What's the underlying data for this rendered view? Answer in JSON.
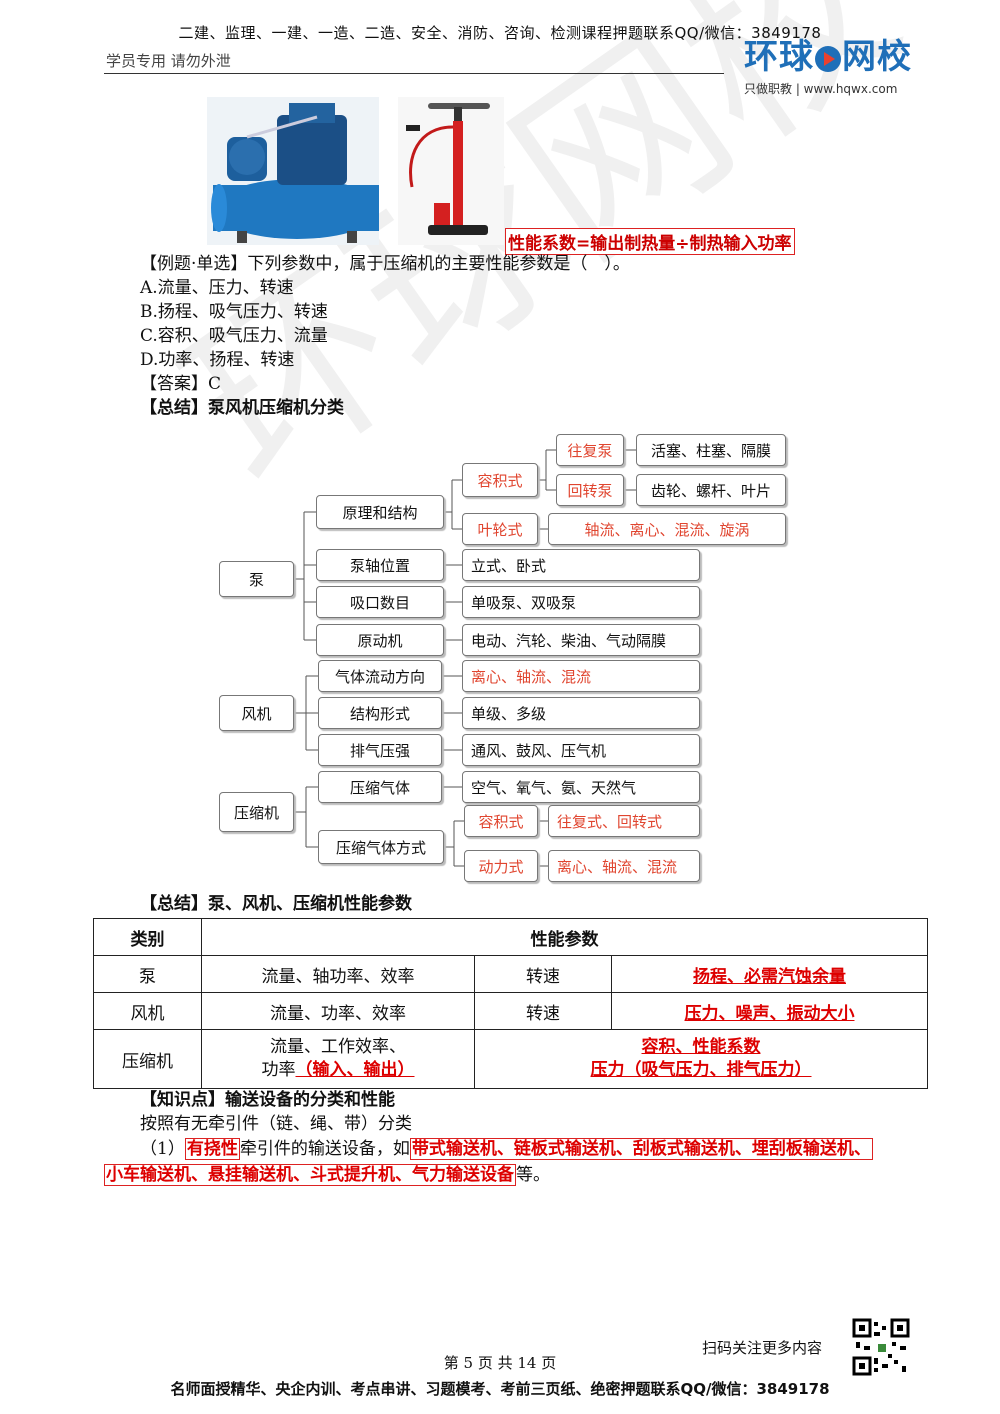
{
  "header": {
    "top_line": "二建、监理、一建、一造、二造、安全、消防、咨询、检测课程押题联系QQ/微信：3849178",
    "sub_left": "学员专用 请勿外泄",
    "logo_text_a": "环球",
    "logo_text_b": "网校",
    "logo_sub": "只做职教 | www.hqwx.com"
  },
  "formula": "性能系数=输出制热量÷制热输入功率",
  "question": {
    "stem": "【例题·单选】下列参数中，属于压缩机的主要性能参数是（　）。",
    "options": [
      "A.流量、压力、转速",
      "B.扬程、吸气压力、转速",
      "C.容积、吸气压力、流量",
      "D.功率、扬程、转速"
    ],
    "answer": "【答案】C"
  },
  "summary1_title": "【总结】泵风机压缩机分类",
  "tree": {
    "pump": "泵",
    "fan": "风机",
    "comp": "压缩机",
    "principle": "原理和结构",
    "positive": "容积式",
    "recip": "往复泵",
    "recip_items": "活塞、柱塞、隔膜",
    "rotary": "回转泵",
    "rotary_items": "齿轮、螺杆、叶片",
    "impeller": "叶轮式",
    "impeller_items": "轴流、离心、混流、旋涡",
    "axis": "泵轴位置",
    "axis_items": "立式、卧式",
    "suction": "吸口数目",
    "suction_items": "单吸泵、双吸泵",
    "prime": "原动机",
    "prime_items": "电动、汽轮、柴油、气动隔膜",
    "flow_dir": "气体流动方向",
    "flow_dir_items": "离心、轴流、混流",
    "struct": "结构形式",
    "struct_items": "单级、多级",
    "exhaust": "排气压强",
    "exhaust_items": "通风、鼓风、压气机",
    "gas": "压缩气体",
    "gas_items": "空气、氧气、氨、天然气",
    "method": "压缩气体方式",
    "comp_positive": "容积式",
    "comp_positive_items": "往复式、回转式",
    "dynamic": "动力式",
    "dynamic_items": "离心、轴流、混流"
  },
  "summary2_title": "【总结】泵、风机、压缩机性能参数",
  "perf_table": {
    "h_cat": "类别",
    "h_param": "性能参数",
    "rows": [
      {
        "cat": "泵",
        "a": "流量、轴功率、效率",
        "b": "转速",
        "c": "扬程、必需汽蚀余量"
      },
      {
        "cat": "风机",
        "a": "流量、功率、效率",
        "b": "转速",
        "c": "压力、噪声、振动大小"
      }
    ],
    "comp_cat": "压缩机",
    "comp_a1": "流量、工作效率、",
    "comp_a2": "功率",
    "comp_a3": "（输入、输出）",
    "comp_c1": "容积、性能系数",
    "comp_c2": "压力（吸气压力、排气压力）"
  },
  "knowledge": {
    "title": "【知识点】输送设备的分类和性能",
    "line1": "按照有无牵引件（链、绳、带）分类",
    "p_prefix": "（1）",
    "p_flex": "有挠性",
    "p_mid": "牵引件的输送设备，如",
    "p_list1": "带式输送机、链板式输送机、刮板式输送机、埋刮板输送机、",
    "p_list2": "小车输送机、悬挂输送机、斗式提升机、气力输送设备",
    "p_end": "等。"
  },
  "footer": {
    "page": "第 5 页 共 14 页",
    "qr_text": "扫码关注更多内容",
    "bottom": "名师面授精华、央企内训、考点串讲、习题模考、考前三页纸、绝密押题联系QQ/微信：3849178"
  }
}
